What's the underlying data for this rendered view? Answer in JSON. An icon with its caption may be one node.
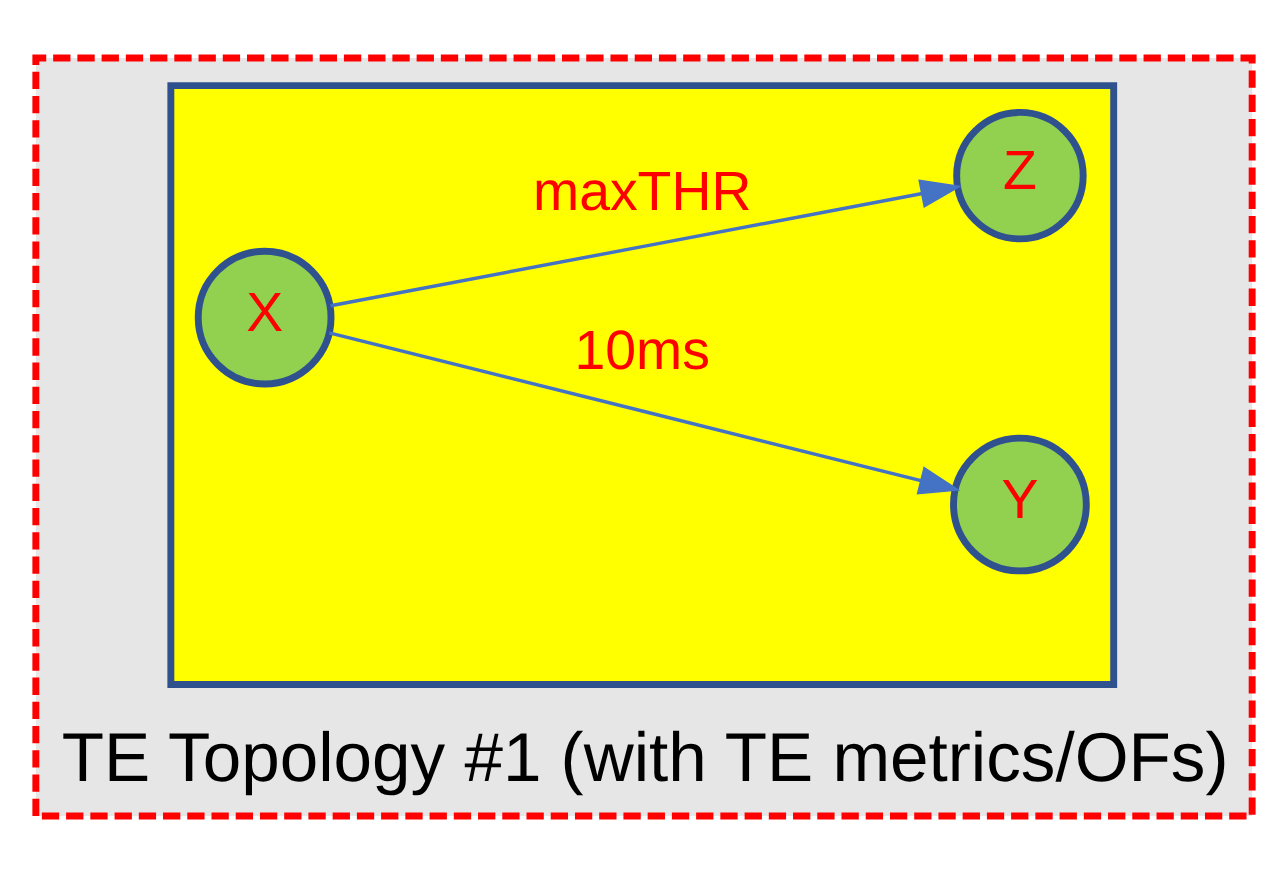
{
  "diagram": {
    "nodes": [
      {
        "text": [
          "TE Topology #1 (with TE metrics/OFs)"
        ]
      },
      {
        "text": [],
        "shape": "box",
        "in": 0
      },
      {
        "text": [
          "X"
        ],
        "in": 1
      },
      {
        "text": [
          "Y"
        ],
        "in": 1
      },
      {
        "text": [
          "Z"
        ],
        "in": 1
      }
    ],
    "edges": [
      {
        "from": 2,
        "to": 3,
        "arrow": "to",
        "label": "10ms"
      },
      {
        "from": 2,
        "to": 4,
        "arrow": "to",
        "label": "maxTHR"
      }
    ]
  }
}
